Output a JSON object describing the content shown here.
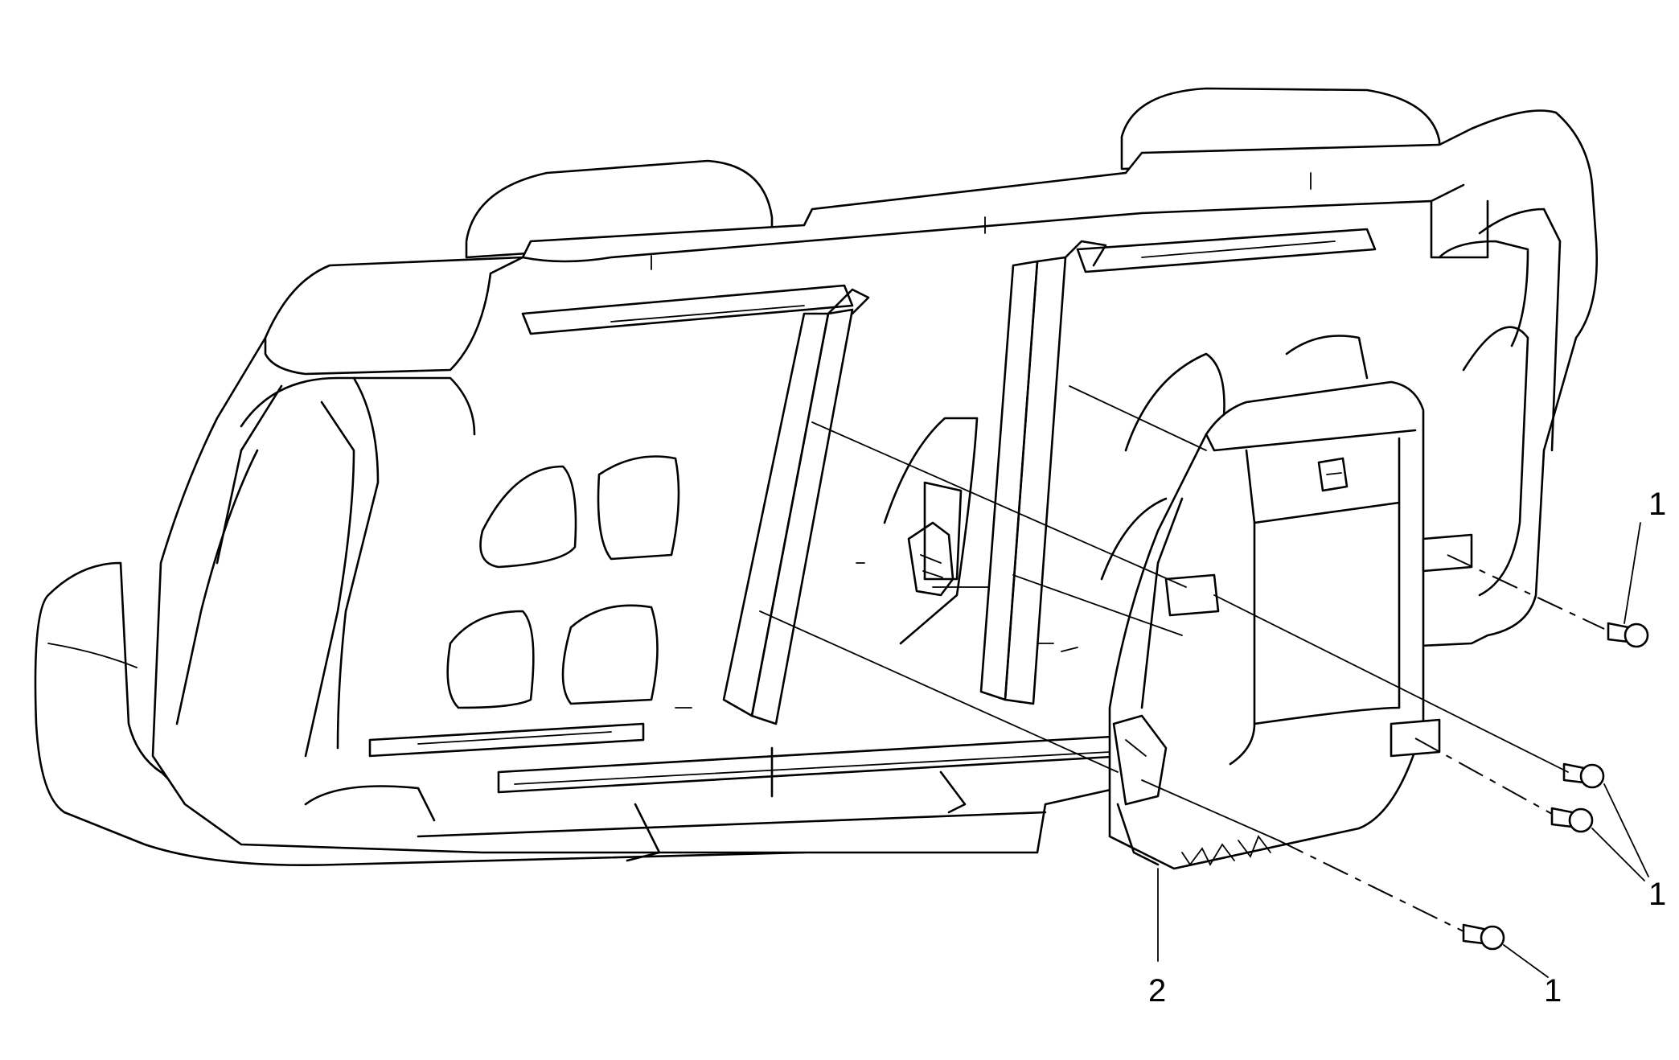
{
  "callouts": [
    {
      "id": "c1a",
      "label": "1"
    },
    {
      "id": "c1b",
      "label": "1"
    },
    {
      "id": "c1c",
      "label": "1"
    },
    {
      "id": "c2",
      "label": "2"
    }
  ]
}
